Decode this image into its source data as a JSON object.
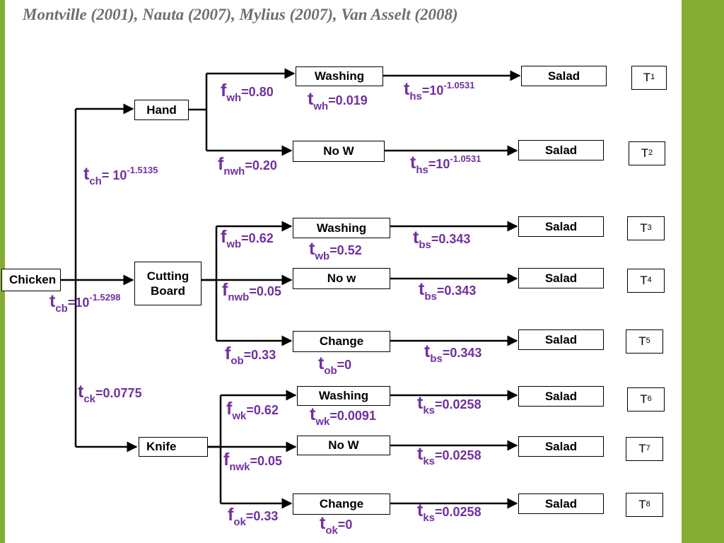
{
  "title": "Montville (2001), Nauta (2007), Mylius (2007), Van Asselt (2008)",
  "nodes": {
    "chicken": "Chicken",
    "hand": "Hand",
    "board_line1": "Cutting",
    "board_line2": "Board",
    "knife": "Knife",
    "washing": "Washing",
    "now_upper": "No W",
    "now_lower": "No w",
    "change": "Change",
    "salad": "Salad"
  },
  "outcomes": [
    {
      "letter": "T",
      "index": "1"
    },
    {
      "letter": "T",
      "index": "2"
    },
    {
      "letter": "T",
      "index": "3"
    },
    {
      "letter": "T",
      "index": "4"
    },
    {
      "letter": "T",
      "index": "5"
    },
    {
      "letter": "T",
      "index": "6"
    },
    {
      "letter": "T",
      "index": "7"
    },
    {
      "letter": "T",
      "index": "8"
    }
  ],
  "params": {
    "tch": {
      "sym": "t",
      "sub": "ch",
      "text": "= 10",
      "sup": "-1.5135"
    },
    "tcb": {
      "sym": "t",
      "sub": "cb",
      "text": "=10",
      "sup": "-1.5298"
    },
    "tck": {
      "sym": "t",
      "sub": "ck",
      "text": "=0.0775"
    },
    "fwh": {
      "sym": "f",
      "sub": "wh",
      "text": "=0.80"
    },
    "twh": {
      "sym": "t",
      "sub": "wh",
      "text": "=0.019"
    },
    "ths1": {
      "sym": "t",
      "sub": "hs",
      "text": "=10",
      "sup": "-1.0531"
    },
    "fnwh": {
      "sym": "f",
      "sub": "nwh",
      "text": "=0.20"
    },
    "ths2": {
      "sym": "t",
      "sub": "hs",
      "text": "=10",
      "sup": "-1.0531"
    },
    "fwb": {
      "sym": "f",
      "sub": "wb",
      "text": "=0.62"
    },
    "twb": {
      "sym": "t",
      "sub": "wb",
      "text": "=0.52"
    },
    "tbs1": {
      "sym": "t",
      "sub": "bs",
      "text": "=0.343"
    },
    "fnwb": {
      "sym": "f",
      "sub": "nwb",
      "text": "=0.05"
    },
    "tbs2": {
      "sym": "t",
      "sub": "bs",
      "text": "=0.343"
    },
    "fob": {
      "sym": "f",
      "sub": "ob",
      "text": "=0.33"
    },
    "tob": {
      "sym": "t",
      "sub": "ob",
      "text": "=0"
    },
    "tbs3": {
      "sym": "t",
      "sub": "bs",
      "text": "=0.343"
    },
    "fwk": {
      "sym": "f",
      "sub": "wk",
      "text": "=0.62"
    },
    "twk": {
      "sym": "t",
      "sub": "wk",
      "text": "=0.0091"
    },
    "tks1": {
      "sym": "t",
      "sub": "ks",
      "text": "=0.0258"
    },
    "fnwk": {
      "sym": "f",
      "sub": "nwk",
      "text": "=0.05"
    },
    "tks2": {
      "sym": "t",
      "sub": "ks",
      "text": "=0.0258"
    },
    "fok": {
      "sym": "f",
      "sub": "ok",
      "text": "=0.33"
    },
    "tok": {
      "sym": "t",
      "sub": "ok",
      "text": "=0"
    },
    "tks3": {
      "sym": "t",
      "sub": "ks",
      "text": "=0.0258"
    }
  },
  "colors": {
    "accent": "#84AC33",
    "label": "#7030A0",
    "title": "#6E6E6E"
  }
}
